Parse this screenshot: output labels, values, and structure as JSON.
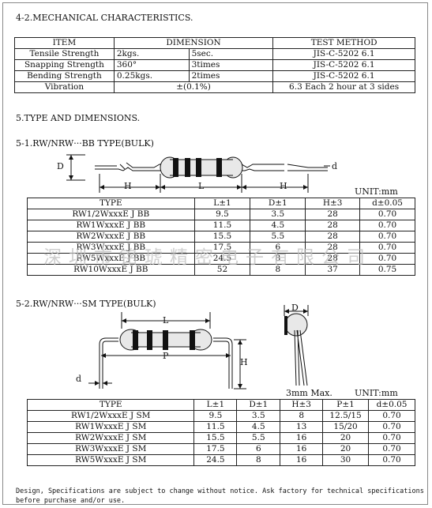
{
  "section_42": {
    "heading": "4-2.MECHANICAL CHARACTERISTICS."
  },
  "mech_table": {
    "headers": [
      "ITEM",
      "DIMENSION",
      "TEST METHOD"
    ],
    "rows": [
      {
        "item": "Tensile Strength",
        "dim_a": "2kgs.",
        "dim_b": "5sec.",
        "method": "JIS-C-5202 6.1"
      },
      {
        "item": "Snapping Strength",
        "dim_a": "360°",
        "dim_b": "3times",
        "method": "JIS-C-5202 6.1"
      },
      {
        "item": "Bending Strength",
        "dim_a": "0.25kgs.",
        "dim_b": "2times",
        "method": "JIS-C-5202 6.1"
      },
      {
        "item": "Vibration",
        "dim_a": "±(0.1%)",
        "dim_b": "",
        "method": "6.3 Each 2 hour at 3 sides"
      }
    ]
  },
  "section_5": {
    "heading": "5.TYPE AND DIMENSIONS."
  },
  "section_51": {
    "heading": "5-1.RW/NRW···BB TYPE(BULK)",
    "diagram_labels": {
      "D": "D",
      "d": "d",
      "H_left": "H",
      "L": "L",
      "H_right": "H"
    },
    "unit": "UNIT:mm",
    "table": {
      "headers": [
        "TYPE",
        "L±1",
        "D±1",
        "H±3",
        "d±0.05"
      ],
      "rows": [
        [
          "RW1/2WxxxE J BB",
          "9.5",
          "3.5",
          "28",
          "0.70"
        ],
        [
          "RW1WxxxE J BB",
          "11.5",
          "4.5",
          "28",
          "0.70"
        ],
        [
          "RW2WxxxE J BB",
          "15.5",
          "5.5",
          "28",
          "0.70"
        ],
        [
          "RW3WxxxE J BB",
          "17.5",
          "6",
          "28",
          "0.70"
        ],
        [
          "RW5WxxxE J BB",
          "24.5",
          "8",
          "28",
          "0.70"
        ],
        [
          "RW10WxxxE J BB",
          "52",
          "8",
          "37",
          "0.75"
        ]
      ]
    }
  },
  "watermark": "深圳市铭琥精密电子有限公司",
  "section_52": {
    "heading": "5-2.RW/NRW···SM TYPE(BULK)",
    "diagram_labels": {
      "L": "L",
      "P": "P",
      "H": "H",
      "d": "d",
      "D": "D",
      "gap": "3mm Max."
    },
    "unit": "UNIT:mm",
    "table": {
      "headers": [
        "TYPE",
        "L±1",
        "D±1",
        "H±3",
        "P±1",
        "d±0.05"
      ],
      "rows": [
        [
          "RW1/2WxxxE J SM",
          "9.5",
          "3.5",
          "8",
          "12.5/15",
          "0.70"
        ],
        [
          "RW1WxxxE J SM",
          "11.5",
          "4.5",
          "13",
          "15/20",
          "0.70"
        ],
        [
          "RW2WxxxE J SM",
          "15.5",
          "5.5",
          "16",
          "20",
          "0.70"
        ],
        [
          "RW3WxxxE J SM",
          "17.5",
          "6",
          "16",
          "20",
          "0.70"
        ],
        [
          "RW5WxxxE J SM",
          "24.5",
          "8",
          "16",
          "30",
          "0.70"
        ]
      ]
    }
  },
  "footer": {
    "line1": "Design, Specifications are subject to change without notice. Ask factory for technical specifications",
    "line2": "before purchase and/or use."
  },
  "colors": {
    "ink": "#111111",
    "body_fill": "#e8e8e8",
    "band": "#111111",
    "watermark": "#bfbfbf"
  }
}
